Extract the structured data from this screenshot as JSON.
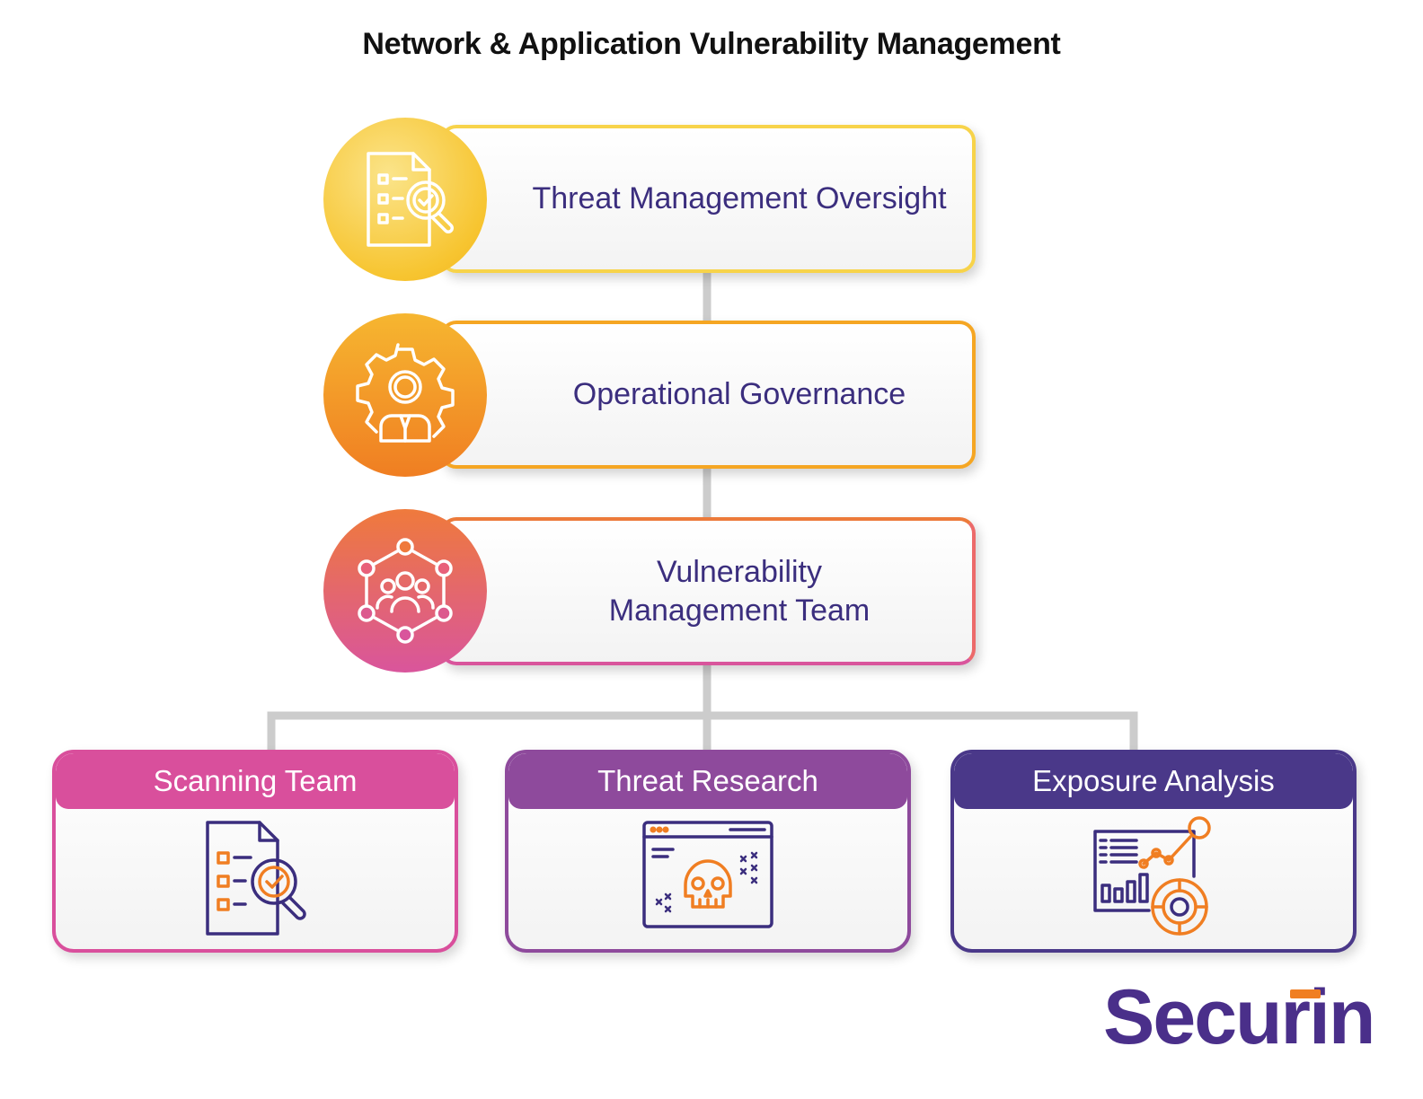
{
  "title": "Network & Application Vulnerability Management",
  "tiers": [
    {
      "label": "Threat Management Oversight",
      "icon": "document-search-icon",
      "color": "#f7d34a"
    },
    {
      "label": "Operational Governance",
      "icon": "gear-person-icon",
      "color": "#f5a623"
    },
    {
      "label": "Vulnerability\nManagement Team",
      "icon": "team-network-icon",
      "color": "#e8607a"
    }
  ],
  "teams": [
    {
      "label": "Scanning Team",
      "icon": "document-search-icon",
      "color": "#d94f9c"
    },
    {
      "label": "Threat Research",
      "icon": "skull-browser-icon",
      "color": "#8e4a9c"
    },
    {
      "label": "Exposure Analysis",
      "icon": "analytics-dashboard-icon",
      "color": "#4a3889"
    }
  ],
  "logo": {
    "text": "Securin",
    "accent_color": "#f07e22",
    "color": "#4a2f8a"
  },
  "connector_color": "#cccccc"
}
